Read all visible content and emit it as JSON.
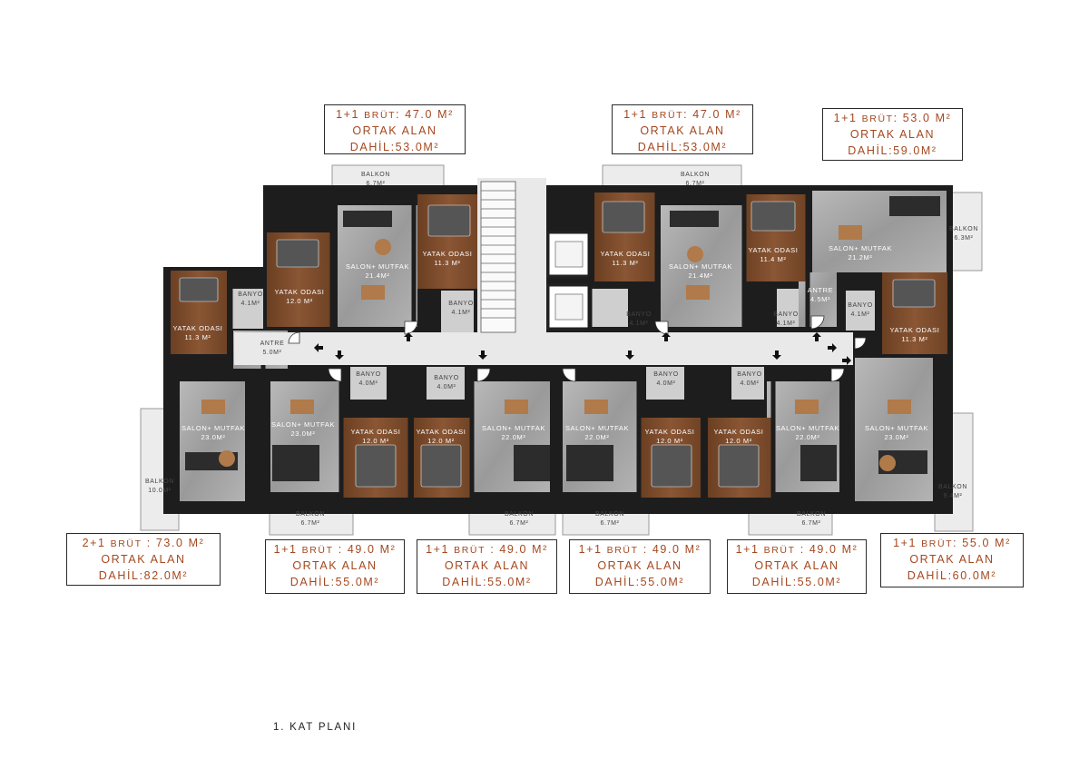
{
  "colors": {
    "wall": "#1d1d1d",
    "marble": "#a8a8a8",
    "wood": "#7a4a2a",
    "corridor": "#e9e9e9",
    "accent": "#a4481f"
  },
  "rooms": [
    {
      "id": "r1",
      "name": "BALKON",
      "area": "6.7M²",
      "dark": true
    },
    {
      "id": "r2",
      "name": "YATAK ODASI",
      "area": "11.3 M²"
    },
    {
      "id": "r3",
      "name": "SALON+ MUTFAK",
      "area": "21.4M²"
    },
    {
      "id": "r4",
      "name": "YATAK ODASI",
      "area": "12.0 M²"
    },
    {
      "id": "r5",
      "name": "YATAK ODASI",
      "area": "11.3 M²"
    },
    {
      "id": "r6",
      "name": "BANYO",
      "area": "4.1M²"
    },
    {
      "id": "r7",
      "name": "BANYO",
      "area": "4.1M²"
    },
    {
      "id": "r8",
      "name": "ANTRE",
      "area": "5.0M²",
      "dark": true
    },
    {
      "id": "r9",
      "name": "BALKON",
      "area": "6.7M²",
      "dark": true
    },
    {
      "id": "r10",
      "name": "YATAK ODASI",
      "area": "11.3 M²"
    },
    {
      "id": "r11",
      "name": "SALON+ MUTFAK",
      "area": "21.4M²"
    },
    {
      "id": "r12",
      "name": "BANYO",
      "area": "4.1M²"
    },
    {
      "id": "r13",
      "name": "YATAK ODASI",
      "area": "11.4 M²"
    },
    {
      "id": "r14",
      "name": "SALON+ MUTFAK",
      "area": "21.2M²"
    },
    {
      "id": "r15",
      "name": "BALKON",
      "area": "6.3M²",
      "dark": true
    },
    {
      "id": "r16",
      "name": "ANTRE",
      "area": "4.5M²"
    },
    {
      "id": "r17",
      "name": "BANYO",
      "area": "4.1M²"
    },
    {
      "id": "r18",
      "name": "BANYO",
      "area": "4.1M²"
    },
    {
      "id": "r19",
      "name": "YATAK ODASI",
      "area": "11.3 M²"
    },
    {
      "id": "r20",
      "name": "SALON+ MUTFAK",
      "area": "23.0M²"
    },
    {
      "id": "r21",
      "name": "BALKON",
      "area": "10.0M²",
      "dark": true
    },
    {
      "id": "r22",
      "name": "SALON+ MUTFAK",
      "area": "23.0M²"
    },
    {
      "id": "r23",
      "name": "BANYO",
      "area": "4.0M²"
    },
    {
      "id": "r24",
      "name": "YATAK ODASI",
      "area": "12.0 M²"
    },
    {
      "id": "r25",
      "name": "BALKON",
      "area": "6.7M²",
      "dark": true
    },
    {
      "id": "r26",
      "name": "YATAK ODASI",
      "area": "12.0 M²"
    },
    {
      "id": "r27",
      "name": "BANYO",
      "area": "4.0M²"
    },
    {
      "id": "r28",
      "name": "SALON+ MUTFAK",
      "area": "22.0M²"
    },
    {
      "id": "r29",
      "name": "BALKON",
      "area": "6.7M²",
      "dark": true
    },
    {
      "id": "r30",
      "name": "SALON+ MUTFAK",
      "area": "22.0M²"
    },
    {
      "id": "r31",
      "name": "BANYO",
      "area": "4.0M²"
    },
    {
      "id": "r32",
      "name": "YATAK ODASI",
      "area": "12.0 M²"
    },
    {
      "id": "r33",
      "name": "BALKON",
      "area": "6.7M²",
      "dark": true
    },
    {
      "id": "r34",
      "name": "YATAK ODASI",
      "area": "12.0 M²"
    },
    {
      "id": "r35",
      "name": "BANYO",
      "area": "4.0M²"
    },
    {
      "id": "r36",
      "name": "SALON+ MUTFAK",
      "area": "22.0M²"
    },
    {
      "id": "r37",
      "name": "BALKON",
      "area": "6.7M²",
      "dark": true
    },
    {
      "id": "r38",
      "name": "SALON+ MUTFAK",
      "area": "23.0M²"
    },
    {
      "id": "r39",
      "name": "BALKON",
      "area": "9.4M²",
      "dark": true
    }
  ],
  "boxes": [
    {
      "id": "b1",
      "l1a": "1+1 ",
      "l1b": "BRÜT",
      "l1c": ": 47.0 M²",
      "l2": "ORTAK ALAN",
      "l3": "DAHİL:53.0M²"
    },
    {
      "id": "b2",
      "l1a": "1+1 ",
      "l1b": "BRÜT",
      "l1c": ": 47.0 M²",
      "l2": "ORTAK ALAN",
      "l3": "DAHİL:53.0M²"
    },
    {
      "id": "b3",
      "l1a": "1+1 ",
      "l1b": "BRÜT",
      "l1c": ": 53.0 M²",
      "l2": "ORTAK ALAN",
      "l3": "DAHİL:59.0M²"
    },
    {
      "id": "b4",
      "l1a": "2+1 ",
      "l1b": "BRÜT",
      "l1c": " : 73.0 M²",
      "l2": "ORTAK ALAN",
      "l3": "DAHİL:82.0M²"
    },
    {
      "id": "b5",
      "l1a": "1+1 ",
      "l1b": "BRÜT",
      "l1c": " : 49.0 M²",
      "l2": "ORTAK ALAN",
      "l3": "DAHİL:55.0M²"
    },
    {
      "id": "b6",
      "l1a": "1+1 ",
      "l1b": "BRÜT",
      "l1c": " : 49.0 M²",
      "l2": "ORTAK ALAN",
      "l3": "DAHİL:55.0M²"
    },
    {
      "id": "b7",
      "l1a": "1+1 ",
      "l1b": "BRÜT",
      "l1c": " : 49.0 M²",
      "l2": "ORTAK ALAN",
      "l3": "DAHİL:55.0M²"
    },
    {
      "id": "b8",
      "l1a": "1+1 ",
      "l1b": "BRÜT",
      "l1c": " : 49.0 M²",
      "l2": "ORTAK ALAN",
      "l3": "DAHİL:55.0M²"
    },
    {
      "id": "b9",
      "l1a": "1+1 ",
      "l1b": "BRÜT",
      "l1c": ": 55.0 M²",
      "l2": "ORTAK ALAN",
      "l3": "DAHİL:60.0M²"
    }
  ],
  "footer": "1. KAT PLANI"
}
